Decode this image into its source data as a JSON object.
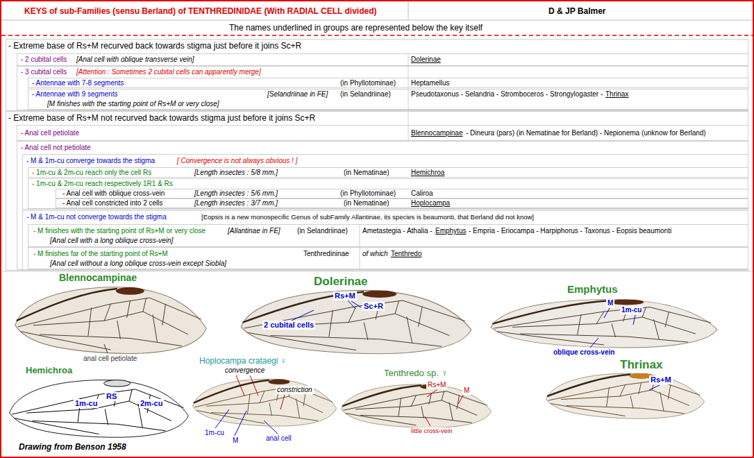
{
  "diagram": {
    "title": "KEYS of sub-Families (sensu Berland) of TENTHREDINIDAE (With RADIAL CELL divided)",
    "nodes": [
      {
        "text": [
          "- Extreme base of Rs+M recurved back towards stigma just before it joins Sc+R"
        ]
      },
      {
        "text": [
          "- 2 cubital cells",
          "[Anal cell with oblique transverse vein]",
          "Dolerinae"
        ],
        "in": 0
      },
      {
        "text": [
          "- 3 cubital cells",
          "[Attention : Sometimes 2 cubital cells can apparently merge]"
        ],
        "in": 0
      },
      {
        "text": [
          "- Antennae with 7-8 segments",
          "(in Phyllotominae)",
          "Heptamellus"
        ],
        "in": 2
      },
      {
        "text": [
          "- Antennae with 9 segments",
          "[M finishes with the starting point of Rs+M or very close]",
          "[Selandriinae in FE]",
          "(in Selandriinae)",
          "Pseudotaxonus - Selandria - Stromboceros - Strongylogaster -",
          "Thrinax"
        ],
        "in": 2
      },
      {
        "text": [
          "- Extreme base of Rs+M not recurved back towards stigma just before it joins Sc+R"
        ]
      },
      {
        "text": [
          "- Anal cell petiolate",
          "Blennocampinae",
          "- Dineura (pars) (in Nematinae for Berland) - Nepionema (unknow for Berland)"
        ],
        "in": 5
      },
      {
        "text": [
          "- Anal cell not petiolate"
        ],
        "in": 5
      },
      {
        "text": [
          "- M & 1m-cu converge towards the stigma",
          "[ Convergence is not always obvious ! ]"
        ],
        "in": 7
      },
      {
        "text": [
          "- 1m-cu & 2m-cu reach only the cell Rs",
          "[Length insectes : 5/8 mm.]",
          "(in Nematinae)",
          "Hemichroa"
        ],
        "in": 8
      },
      {
        "text": [
          "- 1m-cu & 2m-cu reach respectively 1R1 & Rs"
        ],
        "in": 8
      },
      {
        "text": [
          "- Anal cell with oblique cross-vein",
          "[Length insectes : 5/6 mm.]",
          "(in Phyllotominae)",
          "Caliroa"
        ],
        "in": 10
      },
      {
        "text": [
          "- Anal cell constricted into 2 cells",
          "[Length insectes : 3/7 mm.]",
          "(in Nematinae)",
          "Hoplocampa"
        ],
        "in": 10
      },
      {
        "text": [
          "- M & 1m-cu not converge towards the stigma",
          "[Eopsis is a new monospecific Genus of subFamily Allantinae, its species is beaumonti, that Berland did not know]"
        ],
        "in": 7
      },
      {
        "text": [
          "- M finishes with the starting point of Rs+M or very close",
          "[Anal cell with a long oblique cross-vein]",
          "[Allantinae in FE]",
          "(in Selandriinae)",
          "Ametastegia - Athalia -",
          "Emphytus",
          "- Empria - Eriocampa - Harpiphorus - Taxonus - Eopsis beaumonti"
        ],
        "in": 13
      },
      {
        "text": [
          "- M finishes far of the starting point of Rs+M",
          "[Anal cell without a long oblique cross-vein except Siobla]",
          "Tenthredininae",
          "of which",
          "Tenthredo"
        ],
        "in": 13
      }
    ],
    "labels": [
      "D & JP Balmer",
      "The names underlined in groups are represented below the key itself",
      "Blennocampinae",
      "anal cell petiolate",
      "Dolerinae",
      "Rs+M",
      "Sc+R",
      "2 cubital cells",
      "Emphytus",
      "M",
      "1m-cu",
      "oblique cross-vein",
      "Hemichroa",
      "1m-cu",
      "RS",
      "2m-cu",
      "Drawing from Benson 1958",
      "Hoplocampa crataegi ♀",
      "convergence",
      "constriction",
      "1m-cu",
      "M",
      "anal cell",
      "Tenthredo sp. ♀",
      "Rs+M",
      "M",
      "little cross-vein",
      "Thrinax",
      "Rs+M"
    ]
  }
}
